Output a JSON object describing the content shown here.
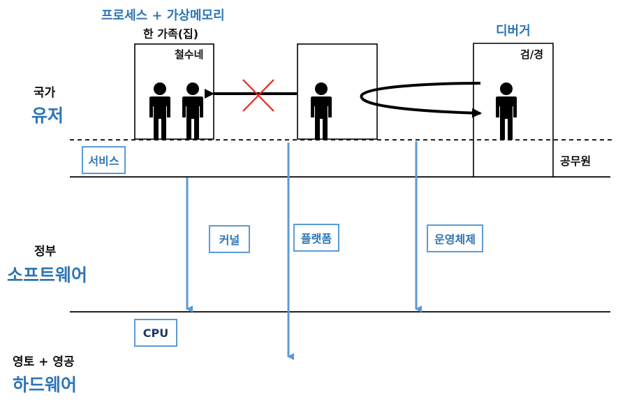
{
  "colors": {
    "accent": "#2e75b6",
    "arrow_blue": "#5b9bd5",
    "black": "#000000",
    "cross_red": "#e8281e"
  },
  "layers": {
    "user": {
      "sub": "국가",
      "main": "유저"
    },
    "software": {
      "sub": "정부",
      "main": "소프트웨어"
    },
    "hardware": {
      "sub": "영토 + 영공",
      "main": "하드웨어"
    }
  },
  "header": {
    "process_title": "프로세스 + 가상메모리",
    "process_subtitle": "한 가족(집)",
    "debugger_title": "디버거"
  },
  "boxes": {
    "family_box_label": "철수네",
    "debugger_box_label": "검/경"
  },
  "tags": {
    "service": "서비스",
    "kernel": "커널",
    "platform": "플랫폼",
    "os": "운영체제",
    "cpu": "CPU"
  },
  "labels": {
    "official": "공무원"
  },
  "icons": [
    "person-icon",
    "person-icon",
    "person-icon",
    "person-icon",
    "cross-icon"
  ]
}
